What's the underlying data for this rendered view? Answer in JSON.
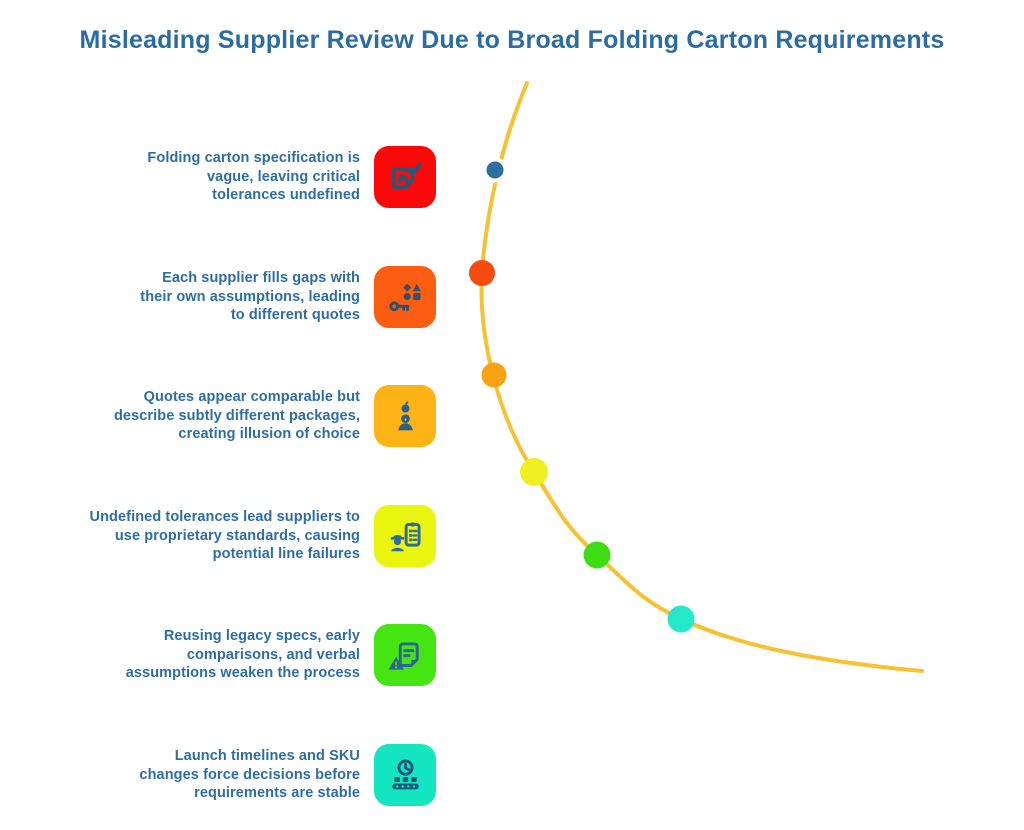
{
  "title": "Misleading Supplier Review Due to Broad Folding Carton Requirements",
  "colors": {
    "background": "#ffffff",
    "title_text": "#2b6ca4",
    "body_text": "#2e6da4",
    "curve": "#f6c231",
    "first_dot_ring": "#ffffff"
  },
  "items": [
    {
      "lines": [
        "Folding carton specification is",
        "vague, leaving critical",
        "tolerances undefined"
      ],
      "icon": "spec-note-check-icon",
      "box_color": "#fb0808",
      "glyph_color": "#2a5777",
      "dot_color": "#2d6f9f"
    },
    {
      "lines": [
        "Each supplier fills gaps with",
        "their own assumptions, leading",
        "to different quotes"
      ],
      "icon": "shapes-key-icon",
      "box_color": "#fc5d11",
      "glyph_color": "#33506b",
      "dot_color": "#fa4b0f"
    },
    {
      "lines": [
        "Quotes appear comparable but",
        "describe subtly different packages,",
        "creating illusion of choice"
      ],
      "icon": "person-apple-icon",
      "box_color": "#fdb414",
      "glyph_color": "#2c6085",
      "dot_color": "#f9a313"
    },
    {
      "lines": [
        "Undefined tolerances lead suppliers to",
        "use proprietary standards, causing",
        "potential line failures"
      ],
      "icon": "engineer-checklist-icon",
      "box_color": "#e9f50c",
      "glyph_color": "#2e6c9e",
      "dot_color": "#f0ef1f"
    },
    {
      "lines": [
        "Reusing legacy specs, early",
        "comparisons, and verbal",
        "assumptions weaken the process"
      ],
      "icon": "document-warning-icon",
      "box_color": "#44e511",
      "glyph_color": "#2c6494",
      "dot_color": "#3fdd14"
    },
    {
      "lines": [
        "Launch timelines and SKU",
        "changes force decisions before",
        "requirements are stable"
      ],
      "icon": "clock-conveyor-icon",
      "box_color": "#13e6c1",
      "glyph_color": "#1f5a78",
      "dot_color": "#24e8c8"
    }
  ]
}
